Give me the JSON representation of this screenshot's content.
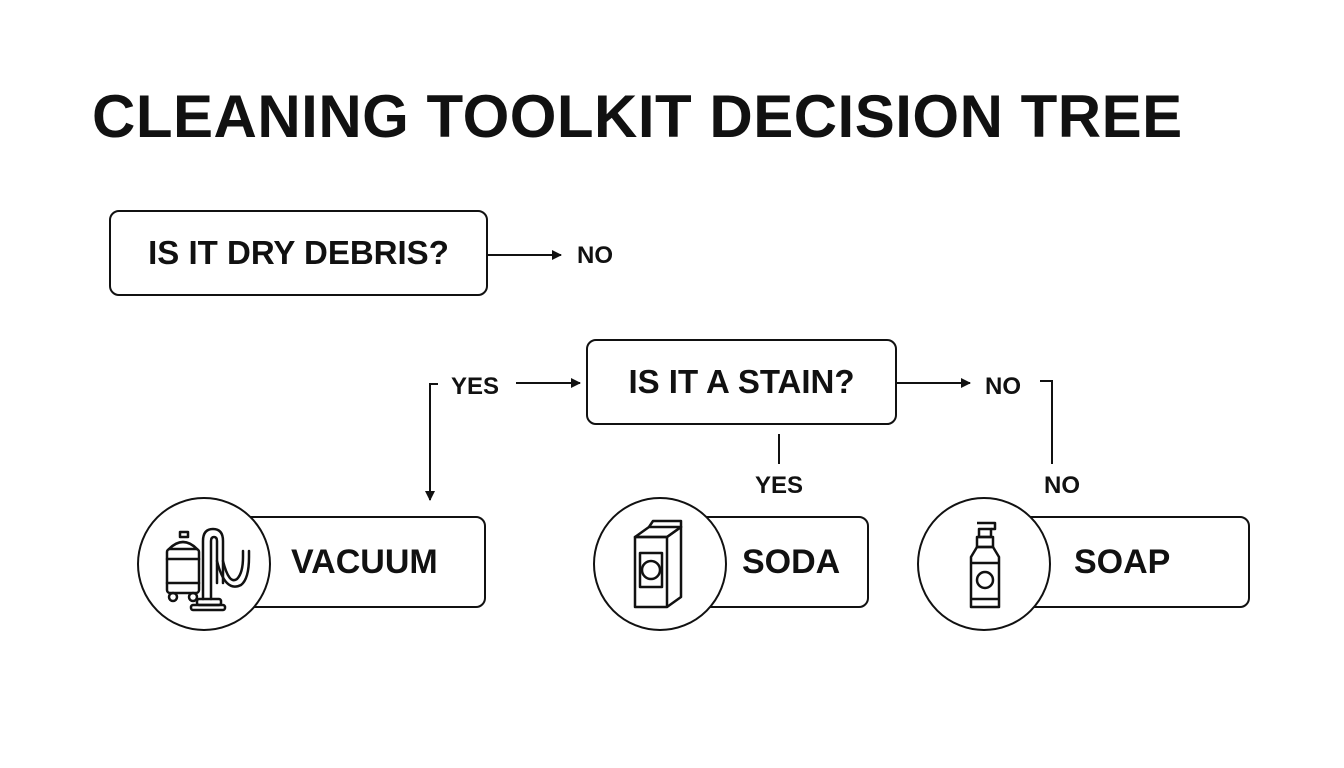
{
  "title": "CLEANING TOOLKIT DECISION TREE",
  "questions": {
    "q1": "IS IT DRY DEBRIS?",
    "q2": "IS IT A STAIN?"
  },
  "labels": {
    "q1_no": "NO",
    "q1_yes": "YES",
    "q2_yes": "YES",
    "q2_no": "NO",
    "q2_no_down": "NO"
  },
  "outcomes": {
    "vacuum": {
      "label": "VACUUM",
      "icon": "vacuum-icon"
    },
    "soda": {
      "label": "SODA",
      "icon": "baking-soda-box-icon"
    },
    "soap": {
      "label": "SOAP",
      "icon": "soap-bottle-icon"
    }
  },
  "colors": {
    "ink": "#111111",
    "background": "#ffffff"
  }
}
